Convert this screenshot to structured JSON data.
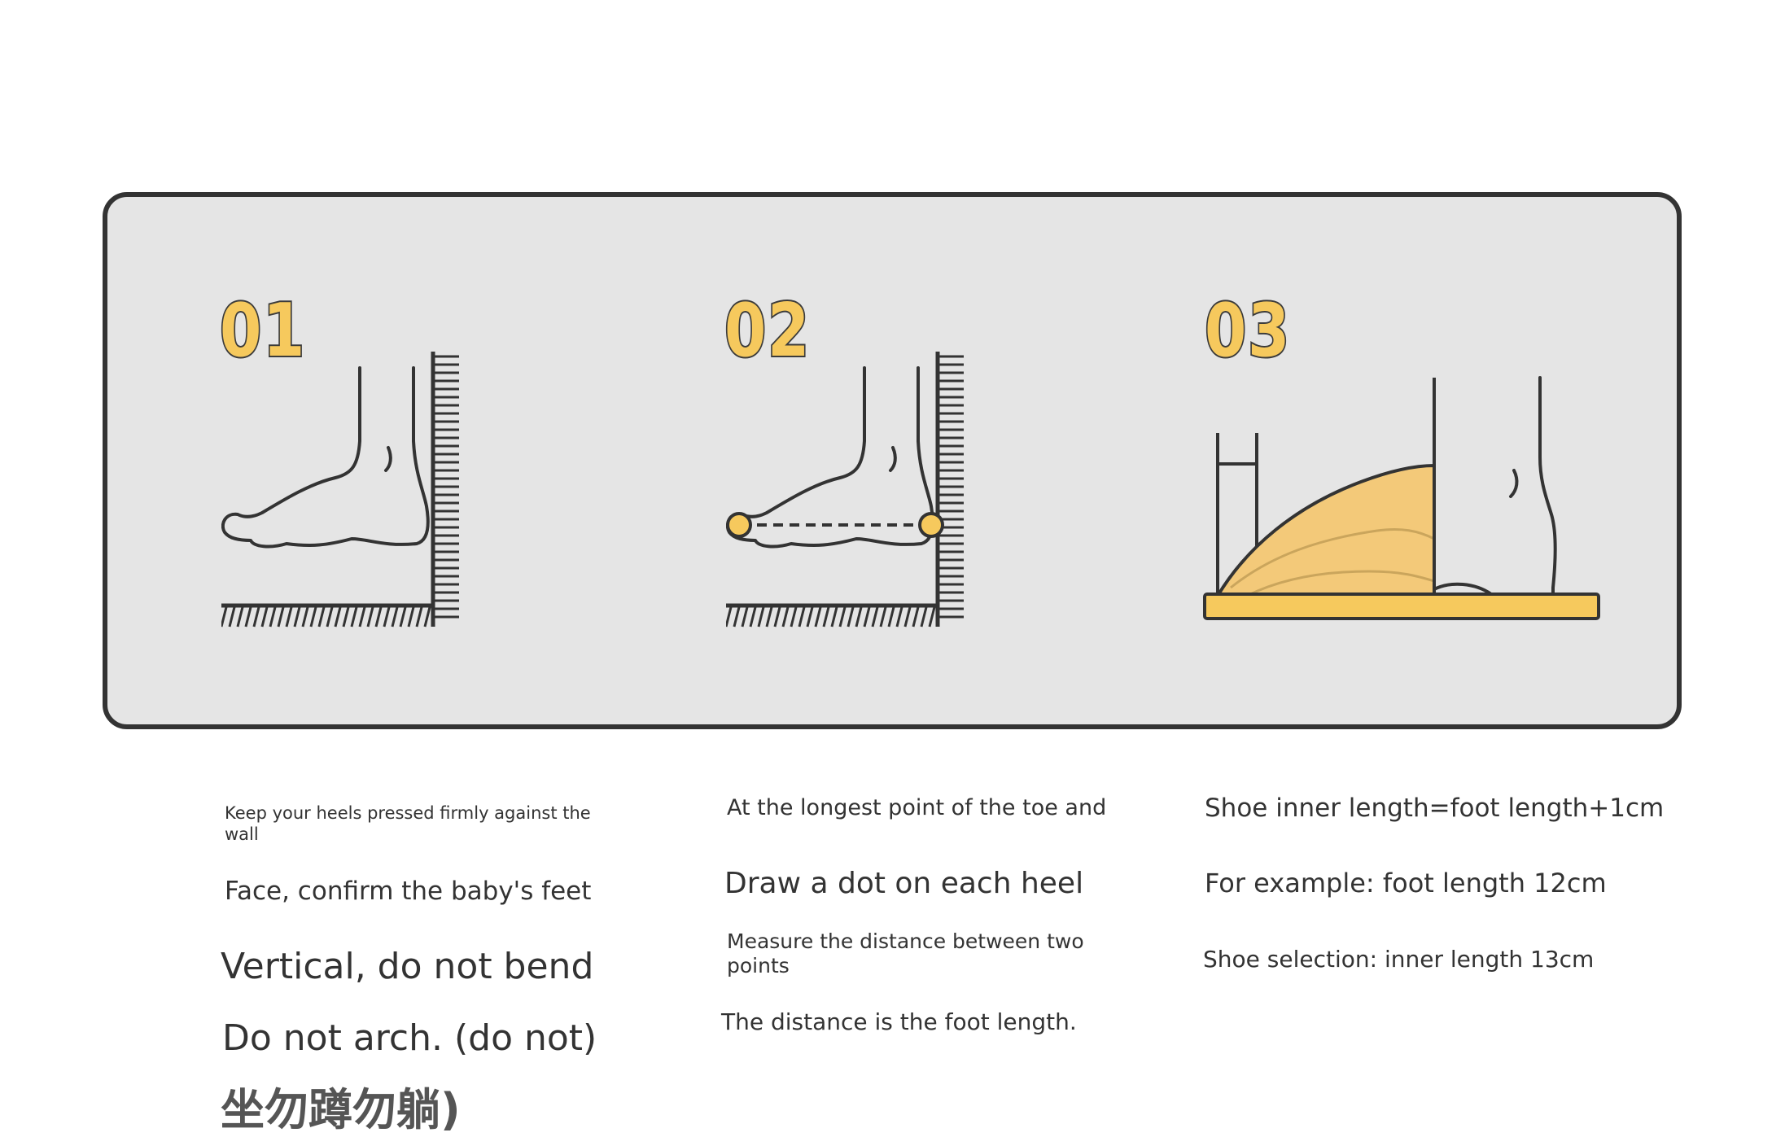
{
  "steps": [
    {
      "number": "01",
      "lines": [
        "Keep your heels pressed firmly against the wall",
        "Face, confirm the baby's feet",
        "Vertical, do not bend",
        "Do not arch. (do not)",
        "坐勿蹲勿躺)"
      ]
    },
    {
      "number": "02",
      "lines": [
        "At the longest point of the toe and",
        "Draw a dot on each heel",
        "Measure the distance between two points",
        "The distance is the foot length."
      ]
    },
    {
      "number": "03",
      "lines": [
        "Shoe inner length=foot length+1cm",
        "For example: foot length 12cm",
        "Shoe selection: inner length 13cm"
      ]
    }
  ],
  "colors": {
    "panel_bg": "#e5e5e5",
    "outline": "#333333",
    "accent": "#f6c95d",
    "shoe_fill": "#f3c979",
    "text": "#333333"
  },
  "icons": [
    "foot-against-wall-icon",
    "foot-measure-dots-icon",
    "shoe-size-comparison-icon"
  ]
}
